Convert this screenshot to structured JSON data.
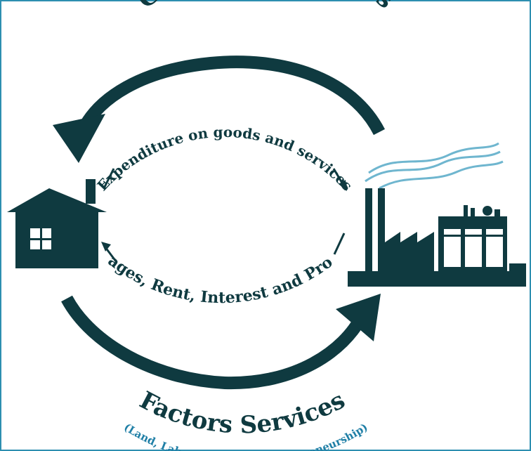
{
  "labels": {
    "top_flow": "Goods and Services",
    "inner_top_flow": "Expenditure on goods and services",
    "inner_bottom_flow": "Wages, Rent, Interest and Profit",
    "bottom_flow": "Factors Services",
    "bottom_flow_detail": "(Land, Labour, Capital & Entrepreneurship)"
  },
  "colors": {
    "primary_dark": "#0f3a40",
    "accent_blue": "#1f7fa6",
    "smoke": "#6fb6cf",
    "frame": "#2d8fb0"
  },
  "nodes": {
    "left": "house-icon",
    "right": "factory-icon"
  }
}
